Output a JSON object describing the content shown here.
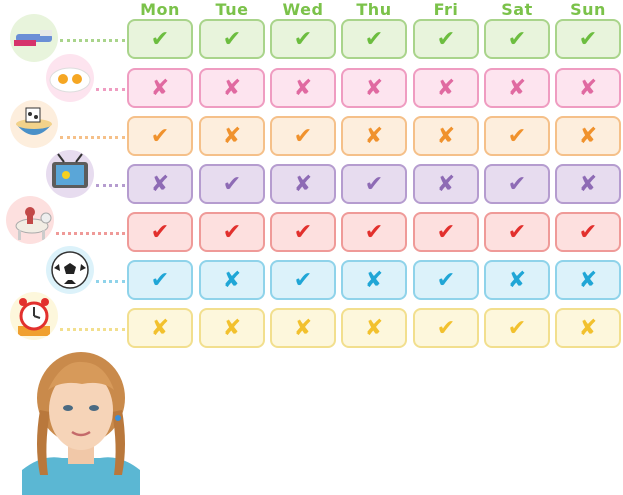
{
  "days": [
    "Mon",
    "Tue",
    "Wed",
    "Thu",
    "Fri",
    "Sat",
    "Sun"
  ],
  "marks": {
    "check": "✔",
    "cross": "✘"
  },
  "rows": [
    {
      "activity_icon": "toothbrush-icon",
      "bg": "#e8f4dc",
      "border": "#a9d48b",
      "mark_color": "#6cbd3f",
      "values": [
        "check",
        "check",
        "check",
        "check",
        "check",
        "check",
        "check"
      ]
    },
    {
      "activity_icon": "fried-eggs-icon",
      "bg": "#fde4ef",
      "border": "#ef9cc1",
      "mark_color": "#e06aa1",
      "values": [
        "cross",
        "cross",
        "cross",
        "cross",
        "cross",
        "cross",
        "cross"
      ]
    },
    {
      "activity_icon": "cereal-bowl-icon",
      "bg": "#fdeedd",
      "border": "#f5c089",
      "mark_color": "#f0922d",
      "values": [
        "check",
        "cross",
        "check",
        "cross",
        "cross",
        "check",
        "cross"
      ]
    },
    {
      "activity_icon": "television-icon",
      "bg": "#e7dcef",
      "border": "#b59ccf",
      "mark_color": "#8e6bb5",
      "values": [
        "cross",
        "check",
        "cross",
        "check",
        "cross",
        "check",
        "cross"
      ]
    },
    {
      "activity_icon": "horse-riding-icon",
      "bg": "#fde0df",
      "border": "#ef9a98",
      "mark_color": "#e2302d",
      "values": [
        "check",
        "check",
        "check",
        "check",
        "check",
        "check",
        "check"
      ]
    },
    {
      "activity_icon": "football-icon",
      "bg": "#dcf2fa",
      "border": "#8fd3ea",
      "mark_color": "#20a6d6",
      "values": [
        "check",
        "cross",
        "check",
        "cross",
        "check",
        "cross",
        "cross"
      ]
    },
    {
      "activity_icon": "alarm-clock-icon",
      "bg": "#fdf7dc",
      "border": "#f2df8e",
      "mark_color": "#f2c12e",
      "values": [
        "cross",
        "cross",
        "cross",
        "cross",
        "check",
        "check",
        "cross"
      ]
    }
  ]
}
